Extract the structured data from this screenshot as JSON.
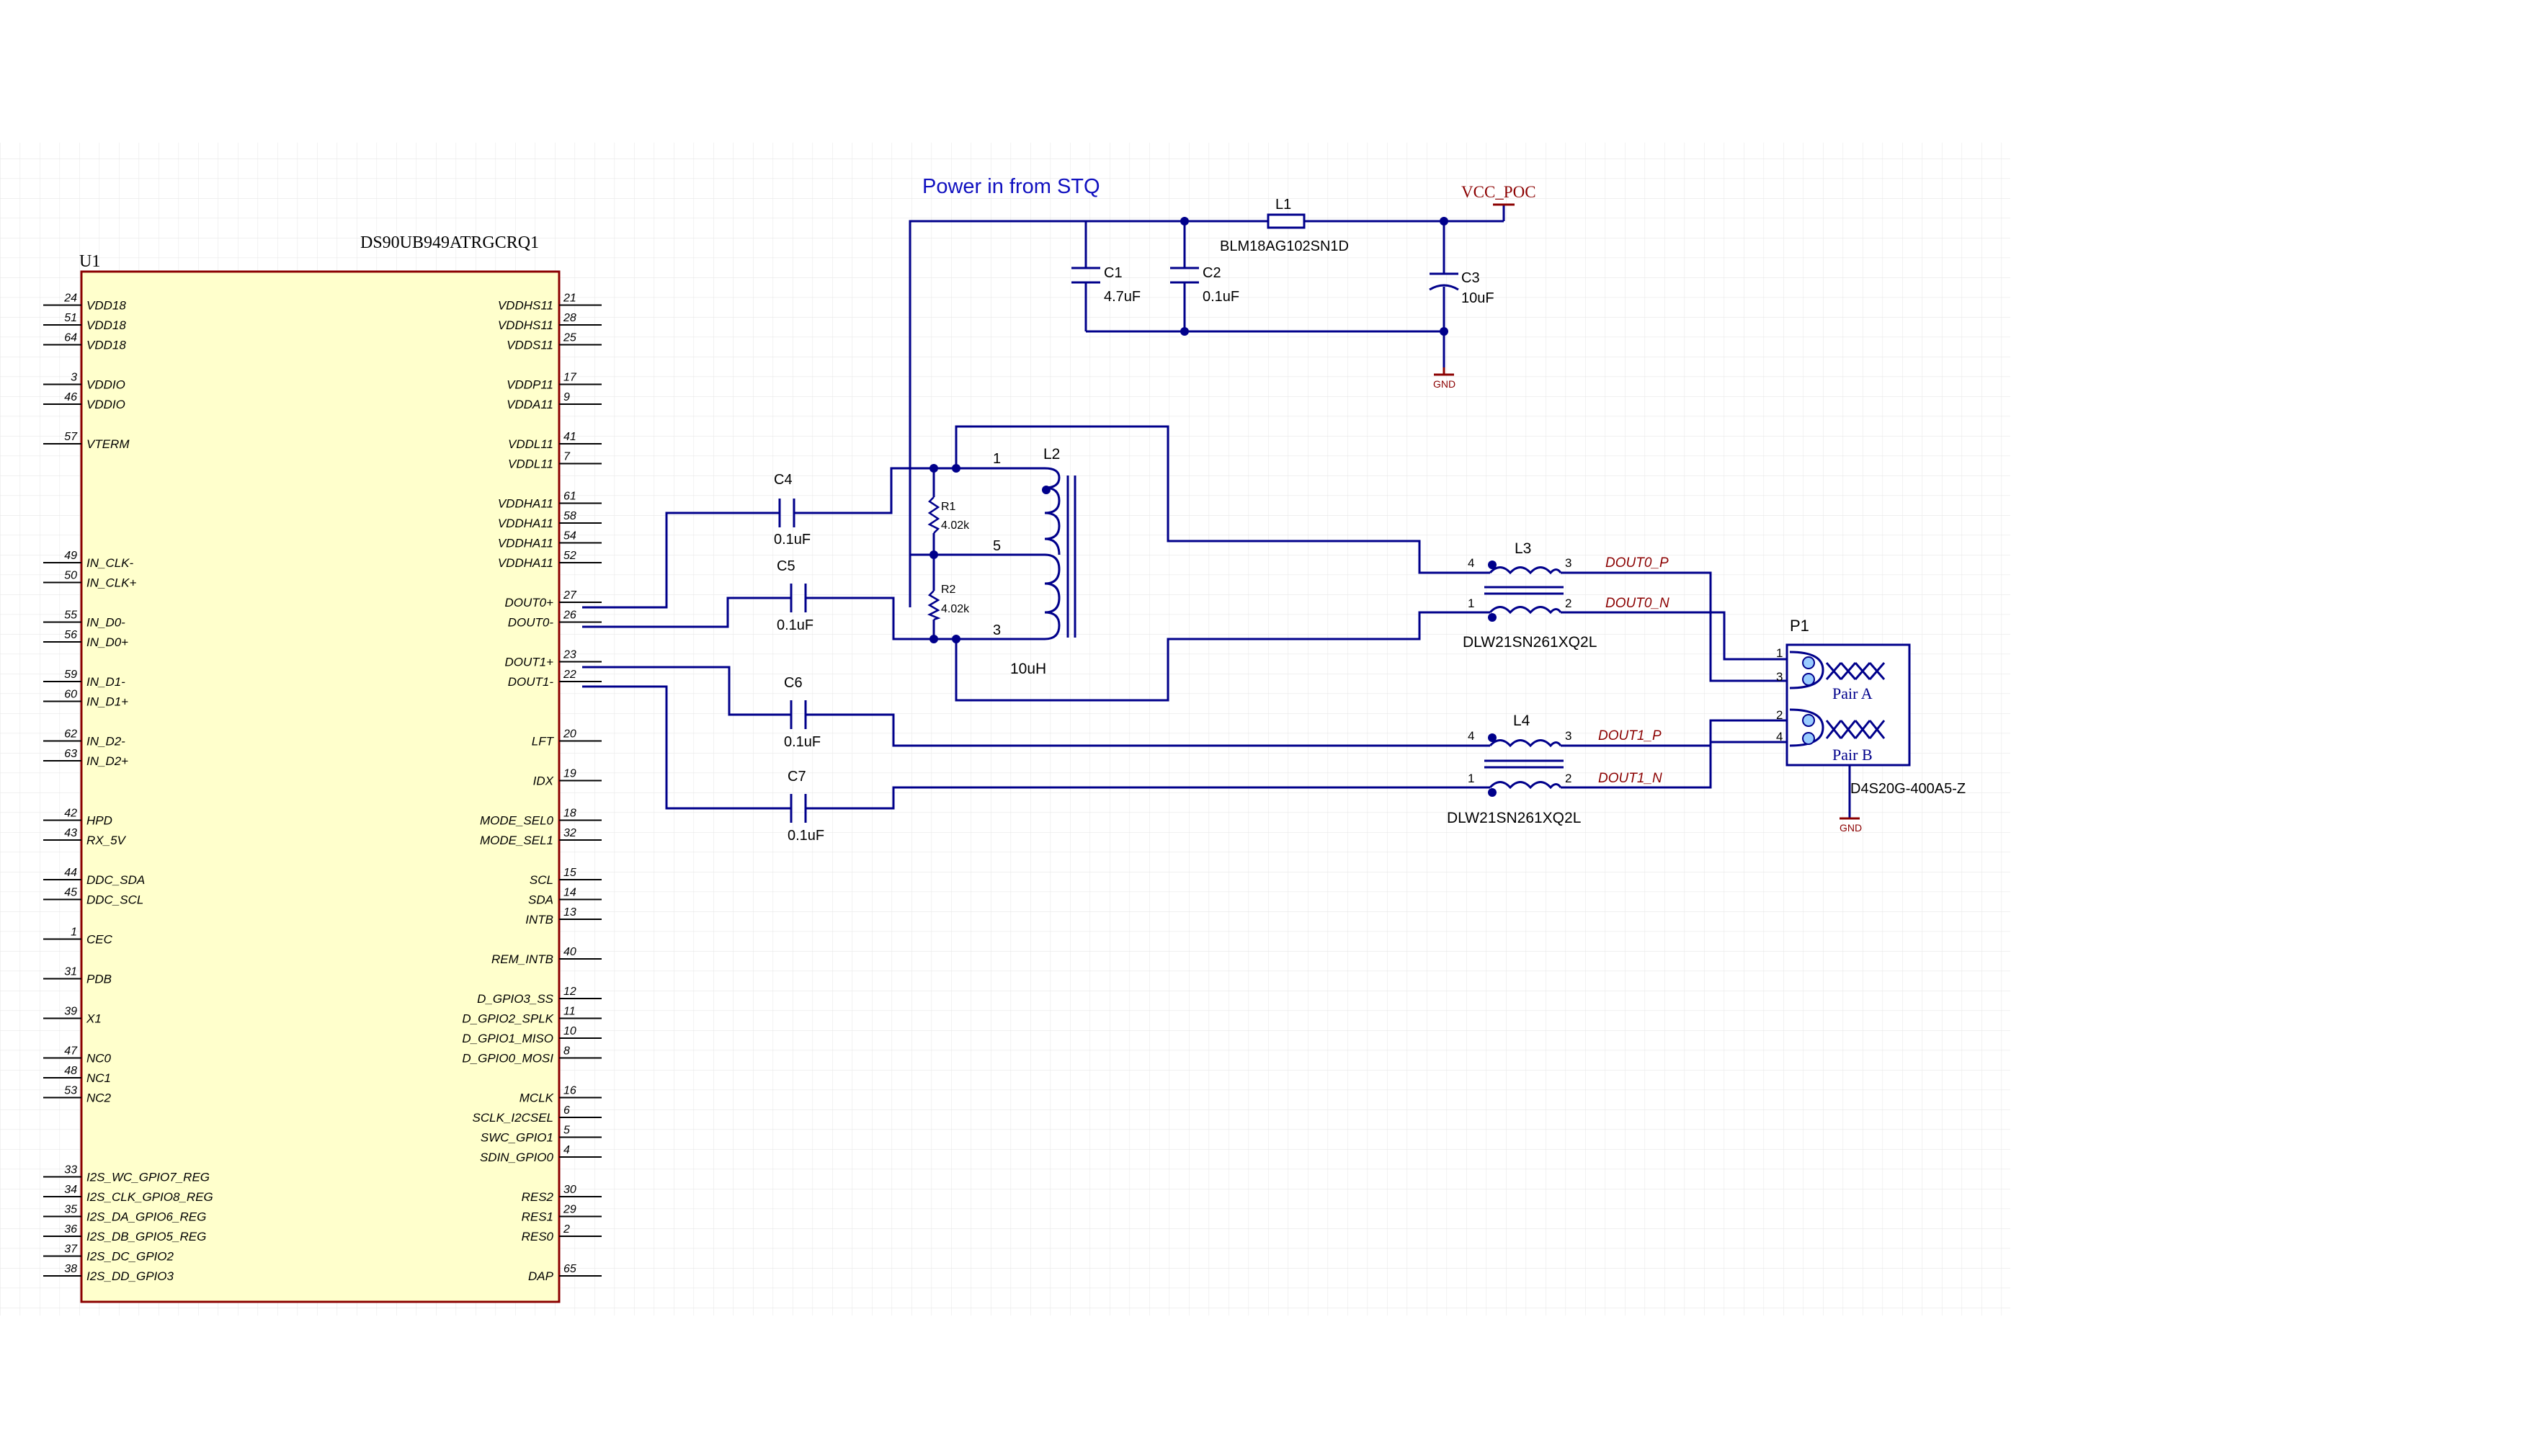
{
  "title": "Power in from STQ",
  "u1": {
    "designator": "U1",
    "part": "DS90UB949ATRGCRQ1",
    "left_pins": [
      {
        "num": "24",
        "name": "VDD18",
        "row": 0
      },
      {
        "num": "51",
        "name": "VDD18",
        "row": 1
      },
      {
        "num": "64",
        "name": "VDD18",
        "row": 2
      },
      {
        "num": "3",
        "name": "VDDIO",
        "row": 4
      },
      {
        "num": "46",
        "name": "VDDIO",
        "row": 5
      },
      {
        "num": "57",
        "name": "VTERM",
        "row": 7
      },
      {
        "num": "49",
        "name": "IN_CLK-",
        "row": 13
      },
      {
        "num": "50",
        "name": "IN_CLK+",
        "row": 14
      },
      {
        "num": "55",
        "name": "IN_D0-",
        "row": 16
      },
      {
        "num": "56",
        "name": "IN_D0+",
        "row": 17
      },
      {
        "num": "59",
        "name": "IN_D1-",
        "row": 19
      },
      {
        "num": "60",
        "name": "IN_D1+",
        "row": 20
      },
      {
        "num": "62",
        "name": "IN_D2-",
        "row": 22
      },
      {
        "num": "63",
        "name": "IN_D2+",
        "row": 23
      },
      {
        "num": "42",
        "name": "HPD",
        "row": 26
      },
      {
        "num": "43",
        "name": "RX_5V",
        "row": 27
      },
      {
        "num": "44",
        "name": "DDC_SDA",
        "row": 29
      },
      {
        "num": "45",
        "name": "DDC_SCL",
        "row": 30
      },
      {
        "num": "1",
        "name": "CEC",
        "row": 32
      },
      {
        "num": "31",
        "name": "PDB",
        "row": 34
      },
      {
        "num": "39",
        "name": "X1",
        "row": 36
      },
      {
        "num": "47",
        "name": "NC0",
        "row": 38
      },
      {
        "num": "48",
        "name": "NC1",
        "row": 39
      },
      {
        "num": "53",
        "name": "NC2",
        "row": 40
      },
      {
        "num": "33",
        "name": "I2S_WC_GPIO7_REG",
        "row": 44
      },
      {
        "num": "34",
        "name": "I2S_CLK_GPIO8_REG",
        "row": 45
      },
      {
        "num": "35",
        "name": "I2S_DA_GPIO6_REG",
        "row": 46
      },
      {
        "num": "36",
        "name": "I2S_DB_GPIO5_REG",
        "row": 47
      },
      {
        "num": "37",
        "name": "I2S_DC_GPIO2",
        "row": 48
      },
      {
        "num": "38",
        "name": "I2S_DD_GPIO3",
        "row": 49
      }
    ],
    "right_pins": [
      {
        "num": "21",
        "name": "VDDHS11",
        "row": 0
      },
      {
        "num": "28",
        "name": "VDDHS11",
        "row": 1
      },
      {
        "num": "25",
        "name": "VDDS11",
        "row": 2
      },
      {
        "num": "17",
        "name": "VDDP11",
        "row": 4
      },
      {
        "num": "9",
        "name": "VDDA11",
        "row": 5
      },
      {
        "num": "41",
        "name": "VDDL11",
        "row": 7
      },
      {
        "num": "7",
        "name": "VDDL11",
        "row": 8
      },
      {
        "num": "61",
        "name": "VDDHA11",
        "row": 10
      },
      {
        "num": "58",
        "name": "VDDHA11",
        "row": 11
      },
      {
        "num": "54",
        "name": "VDDHA11",
        "row": 12
      },
      {
        "num": "52",
        "name": "VDDHA11",
        "row": 13
      },
      {
        "num": "27",
        "name": "DOUT0+",
        "row": 15
      },
      {
        "num": "26",
        "name": "DOUT0-",
        "row": 16
      },
      {
        "num": "23",
        "name": "DOUT1+",
        "row": 18
      },
      {
        "num": "22",
        "name": "DOUT1-",
        "row": 19
      },
      {
        "num": "20",
        "name": "LFT",
        "row": 22
      },
      {
        "num": "19",
        "name": "IDX",
        "row": 24
      },
      {
        "num": "18",
        "name": "MODE_SEL0",
        "row": 26
      },
      {
        "num": "32",
        "name": "MODE_SEL1",
        "row": 27
      },
      {
        "num": "15",
        "name": "SCL",
        "row": 29
      },
      {
        "num": "14",
        "name": "SDA",
        "row": 30
      },
      {
        "num": "13",
        "name": "INTB",
        "row": 31
      },
      {
        "num": "40",
        "name": "REM_INTB",
        "row": 33
      },
      {
        "num": "12",
        "name": "D_GPIO3_SS",
        "row": 35
      },
      {
        "num": "11",
        "name": "D_GPIO2_SPLK",
        "row": 36
      },
      {
        "num": "10",
        "name": "D_GPIO1_MISO",
        "row": 37
      },
      {
        "num": "8",
        "name": "D_GPIO0_MOSI",
        "row": 38
      },
      {
        "num": "16",
        "name": "MCLK",
        "row": 40
      },
      {
        "num": "6",
        "name": "SCLK_I2CSEL",
        "row": 41
      },
      {
        "num": "5",
        "name": "SWC_GPIO1",
        "row": 42
      },
      {
        "num": "4",
        "name": "SDIN_GPIO0",
        "row": 43
      },
      {
        "num": "30",
        "name": "RES2",
        "row": 45
      },
      {
        "num": "29",
        "name": "RES1",
        "row": 46
      },
      {
        "num": "2",
        "name": "RES0",
        "row": 47
      },
      {
        "num": "65",
        "name": "DAP",
        "row": 49
      }
    ]
  },
  "components": {
    "c1": {
      "ref": "C1",
      "value": "4.7uF"
    },
    "c2": {
      "ref": "C2",
      "value": "0.1uF"
    },
    "c3": {
      "ref": "C3",
      "value": "10uF"
    },
    "l1": {
      "ref": "L1",
      "value": "BLM18AG102SN1D"
    },
    "vcc": {
      "label": "VCC_POC"
    },
    "gnd": {
      "label": "GND"
    },
    "c4": {
      "ref": "C4",
      "value": "0.1uF"
    },
    "c5": {
      "ref": "C5",
      "value": "0.1uF"
    },
    "c6": {
      "ref": "C6",
      "value": "0.1uF"
    },
    "c7": {
      "ref": "C7",
      "value": "0.1uF"
    },
    "r1": {
      "ref": "R1",
      "value": "4.02k"
    },
    "r2": {
      "ref": "R2",
      "value": "4.02k"
    },
    "l2": {
      "ref": "L2",
      "value": "10uH",
      "pins": [
        "1",
        "5",
        "3"
      ]
    },
    "l3": {
      "ref": "L3",
      "part": "DLW21SN261XQ2L",
      "pins": [
        "4",
        "3",
        "1",
        "2"
      ]
    },
    "l4": {
      "ref": "L4",
      "part": "DLW21SN261XQ2L",
      "pins": [
        "4",
        "3",
        "1",
        "2"
      ]
    },
    "p1": {
      "ref": "P1",
      "part": "D4S20G-400A5-Z",
      "pair_a": "Pair A",
      "pair_b": "Pair B",
      "pins": [
        "1",
        "3",
        "2",
        "4"
      ]
    }
  },
  "nets": [
    "DOUT0_P",
    "DOUT0_N",
    "DOUT1_P",
    "DOUT1_N"
  ],
  "colors": {
    "wire": "#00008b",
    "body_fill": "#ffffcc",
    "body_stroke": "#8b0000",
    "text": "#000000",
    "net": "#8b0000",
    "title": "#1010c0",
    "power": "#8b0000",
    "grid": "#e6e6e6"
  }
}
